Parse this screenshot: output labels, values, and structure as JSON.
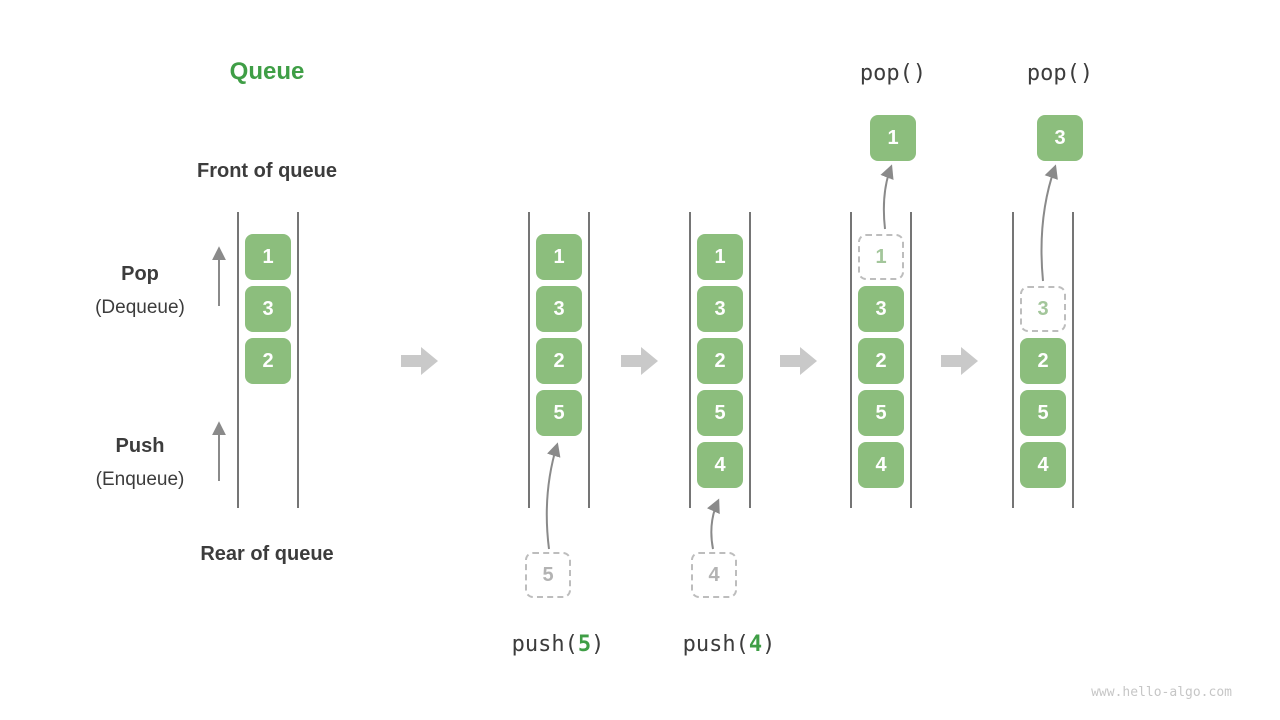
{
  "title": "Queue",
  "side_labels": {
    "front_of_queue": "Front of queue",
    "rear_of_queue": "Rear of queue",
    "pop": "Pop",
    "pop_alt": "(Dequeue)",
    "push": "Push",
    "push_alt": "(Enqueue)"
  },
  "states": [
    {
      "cells": [
        "1",
        "3",
        "2"
      ]
    },
    {
      "cells": [
        "1",
        "3",
        "2",
        "5"
      ],
      "incoming": "5",
      "op": {
        "pre": "push(",
        "arg": "5",
        "post": ")"
      }
    },
    {
      "cells": [
        "1",
        "3",
        "2",
        "5",
        "4"
      ],
      "incoming": "4",
      "op": {
        "pre": "push(",
        "arg": "4",
        "post": ")"
      }
    },
    {
      "cells": [
        "3",
        "2",
        "5",
        "4"
      ],
      "leaving": "1",
      "popped": "1",
      "op": {
        "label": "pop()"
      }
    },
    {
      "cells": [
        "2",
        "5",
        "4"
      ],
      "leaving": "3",
      "popped": "3",
      "op": {
        "label": "pop()"
      }
    }
  ],
  "colors": {
    "box_green": "#8cbe7d",
    "title_green": "#3f9e46",
    "text_dark": "#3c3c3c",
    "rail_gray": "#757575",
    "flow_arrow_gray": "#c9c9c9",
    "thin_arrow_gray": "#8a8a8a",
    "dashed_border_gray": "#bdbdbd",
    "dashed_text_gray": "#b3b3b3",
    "dashed_text_green": "#a3c69b",
    "watermark_gray": "#c6c6c6"
  },
  "watermark": "www.hello-algo.com"
}
